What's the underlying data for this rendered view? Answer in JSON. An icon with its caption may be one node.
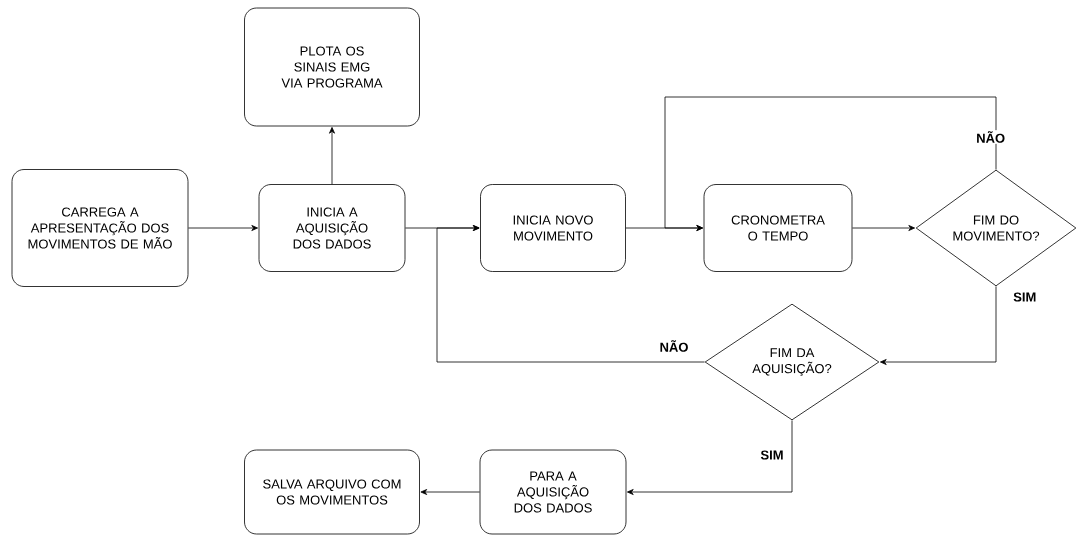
{
  "diagram": {
    "nodes": [
      {
        "text": [
          "CARREGA A APRESENTAÇÃO DOS MOVIMENTOS DE MÃO"
        ]
      },
      {
        "text": [
          "PLOTA OS SINAIS EMG VIA PROGRAMA"
        ]
      },
      {
        "text": [
          "INICIA A AQUISIÇÃO DOS DADOS"
        ]
      },
      {
        "text": [
          "INICIA NOVO MOVIMENTO"
        ]
      },
      {
        "text": [
          "CRONOMETRA O TEMPO"
        ]
      },
      {
        "text": [
          "FIM DO MOVIMENTO?"
        ]
      },
      {
        "text": [
          "FIM DA AQUISIÇÃO?"
        ]
      },
      {
        "text": [
          "PARA A AQUISIÇÃO DOS DADOS"
        ]
      },
      {
        "text": [
          "SALVA ARQUIVO COM OS MOVIMENTOS"
        ]
      }
    ],
    "edges": [
      {
        "from": 0,
        "to": 2,
        "arrow": "to"
      },
      {
        "from": 2,
        "to": 1,
        "arrow": "to"
      },
      {
        "from": 2,
        "to": 3,
        "arrow": "to"
      },
      {
        "from": 3,
        "to": 4,
        "arrow": "to"
      },
      {
        "from": 4,
        "to": 5,
        "arrow": "to"
      },
      {
        "from": 5,
        "to": 4,
        "arrow": "to",
        "label": "NÃO"
      },
      {
        "from": 5,
        "to": 6,
        "arrow": "to",
        "label": "SIM"
      },
      {
        "from": 6,
        "to": 3,
        "arrow": "to",
        "label": "NÃO"
      },
      {
        "from": 6,
        "to": 7,
        "arrow": "to",
        "label": "SIM"
      },
      {
        "from": 7,
        "to": 8,
        "arrow": "to"
      }
    ]
  }
}
